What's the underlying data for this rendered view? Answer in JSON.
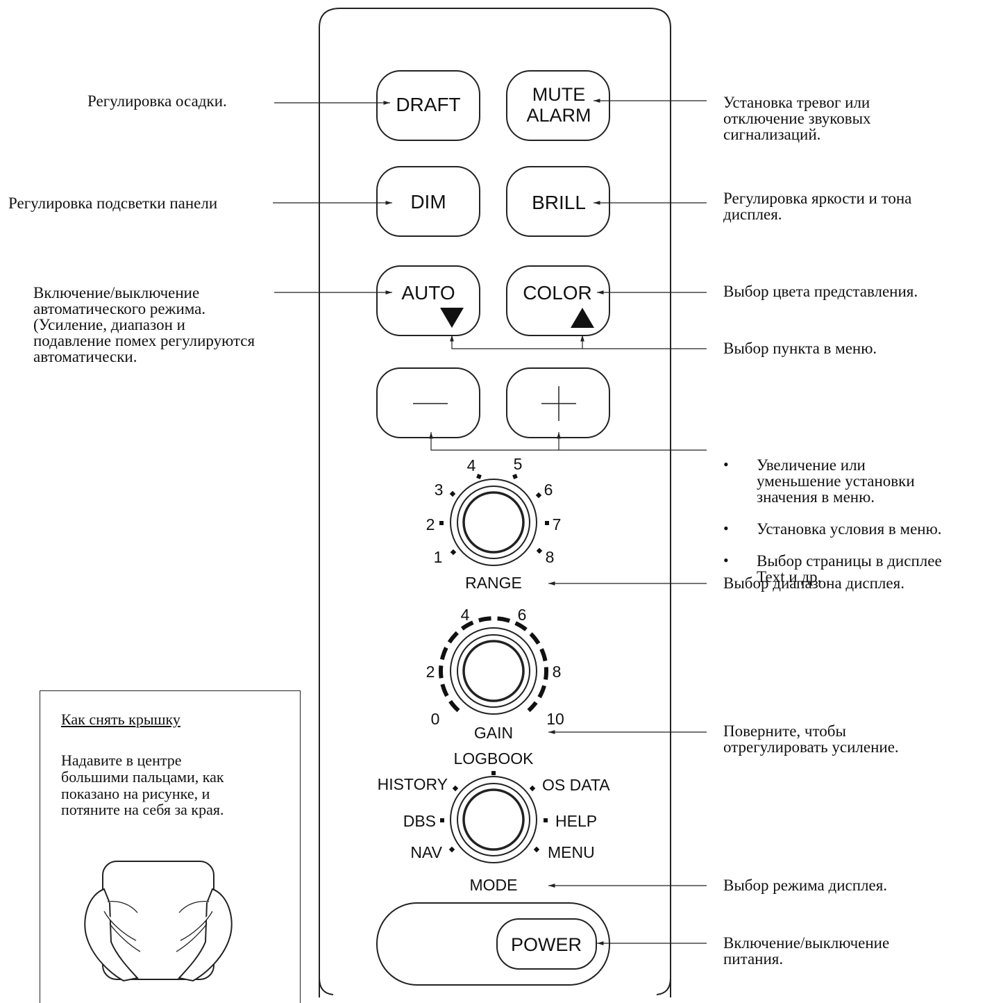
{
  "buttons": {
    "draft": "DRAFT",
    "mute": "MUTE",
    "alarm": "ALARM",
    "dim": "DIM",
    "brill": "BRILL",
    "auto": "AUTO",
    "color": "COLOR",
    "power": "POWER"
  },
  "range_knob": {
    "label": "RANGE",
    "positions": [
      "1",
      "2",
      "3",
      "4",
      "5",
      "6",
      "7",
      "8"
    ]
  },
  "gain_knob": {
    "label": "GAIN",
    "scale": [
      "0",
      "2",
      "4",
      "6",
      "8",
      "10"
    ]
  },
  "mode_knob": {
    "label": "MODE",
    "positions": [
      "NAV",
      "DBS",
      "HISTORY",
      "LOGBOOK",
      "OS DATA",
      "HELP",
      "MENU"
    ]
  },
  "annotations": {
    "draft": "Регулировка осадки.",
    "dim": "Регулировка подсветки панели",
    "auto": "Включение/выключение\nавтоматического режима.\n(Усиление, диапазон и\nподавление помех регулируются\nавтоматически.",
    "mute_alarm": "Установка тревог или\nотключение звуковых\nсигнализаций.",
    "brill": "Регулировка яркости и тона\nдисплея.",
    "color": "Выбор цвета представления.",
    "menu_select": "Выбор пункта в меню.",
    "plus_minus": [
      "Увеличение или\nуменьшение установки\nзначения в меню.",
      "Установка условия в меню.",
      "Выбор страницы в дисплее\nText и др."
    ],
    "range": "Выбор диапазона дисплея.",
    "gain": "Поверните, чтобы\nотрегулировать усиление.",
    "mode": "Выбор режима дисплея.",
    "power": "Включение/выключение\nпитания."
  },
  "cover_removal": {
    "title": "Как снять крышку",
    "text": "Надавите в центре\nбольшими пальцами, как\nпоказано на рисунке, и\nпотяните на себя за края."
  }
}
